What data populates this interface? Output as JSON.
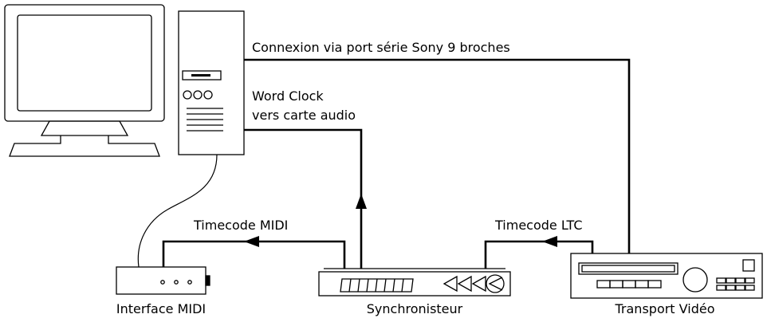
{
  "labels": {
    "sony_connection": "Connexion via port série Sony 9 broches",
    "word_clock_line1": "Word Clock",
    "word_clock_line2": "vers carte audio",
    "timecode_midi": "Timecode MIDI",
    "timecode_ltc": "Timecode LTC",
    "interface_midi": "Interface MIDI",
    "synchroniseur": "Synchronisteur",
    "transport_video": "Transport Vidéo"
  },
  "colors": {
    "stroke": "#000000",
    "background": "#ffffff"
  }
}
